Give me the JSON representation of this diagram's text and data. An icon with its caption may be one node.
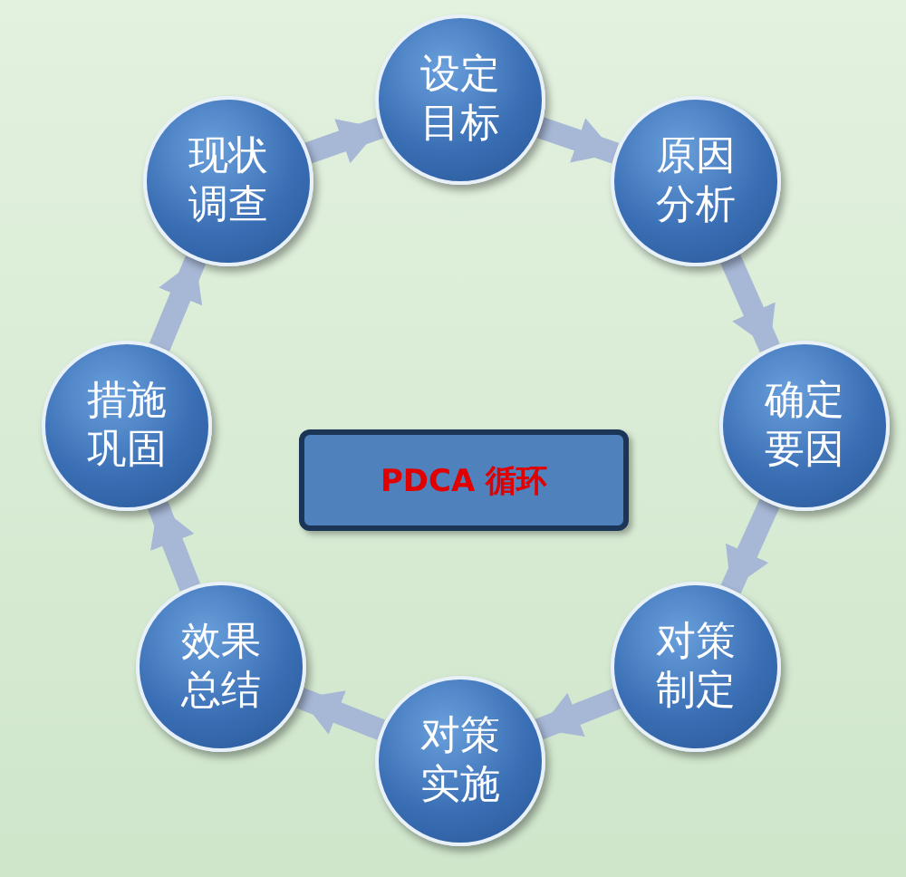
{
  "diagram": {
    "nodes": [
      {
        "text": [
          "现状调查"
        ]
      },
      {
        "text": [
          "设定目标"
        ]
      },
      {
        "text": [
          "原因分析"
        ]
      },
      {
        "text": [
          "确定要因"
        ]
      },
      {
        "text": [
          "对策制定"
        ]
      },
      {
        "text": [
          "对策实施"
        ]
      },
      {
        "text": [
          "效果总结"
        ]
      },
      {
        "text": [
          "措施巩固"
        ]
      },
      {
        "text": [
          "PDCA 循环"
        ]
      }
    ],
    "edges": [
      {
        "from": 0,
        "to": 1,
        "arrow": "to"
      },
      {
        "from": 1,
        "to": 2,
        "arrow": "to"
      },
      {
        "from": 2,
        "to": 3,
        "arrow": "to"
      },
      {
        "from": 3,
        "to": 4,
        "arrow": "to"
      },
      {
        "from": 4,
        "to": 5,
        "arrow": "to"
      },
      {
        "from": 5,
        "to": 6,
        "arrow": "to"
      },
      {
        "from": 6,
        "to": 7,
        "arrow": "to"
      },
      {
        "from": 7,
        "to": 0,
        "arrow": "to"
      }
    ]
  }
}
